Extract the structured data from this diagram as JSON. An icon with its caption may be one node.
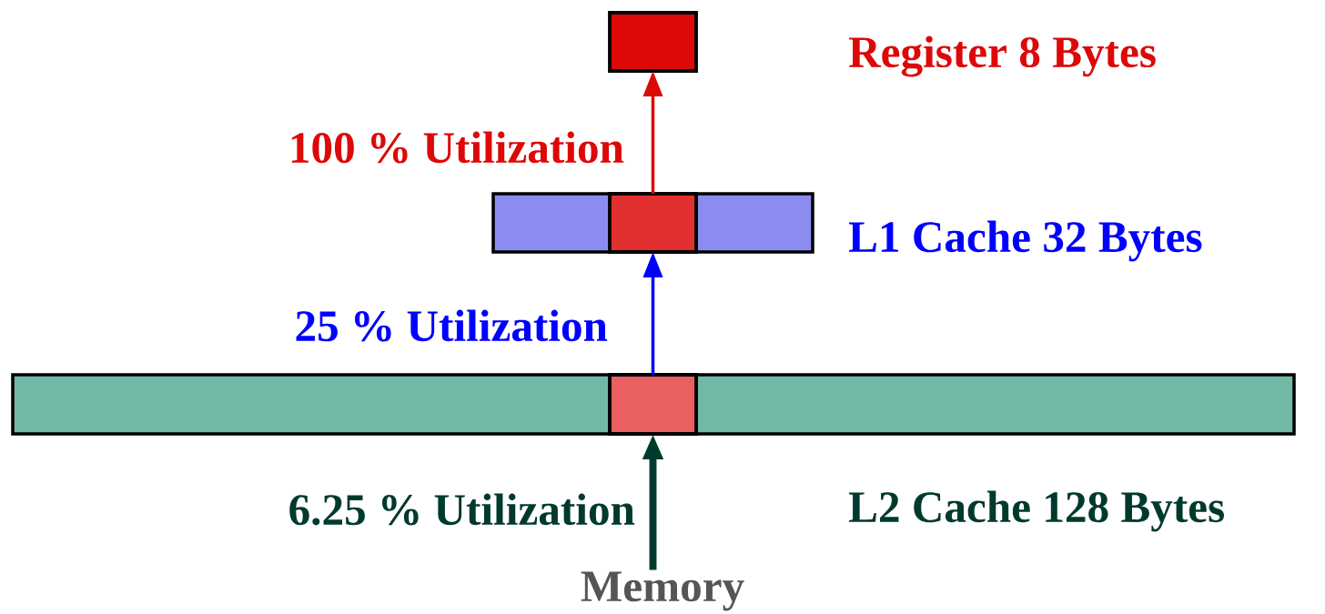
{
  "diagram": {
    "nodes": [
      {
        "text": [],
        "shape": "box",
        "beside": [
          "Register 8 Bytes"
        ]
      },
      {
        "text": [],
        "shape": "bar",
        "beside": [
          "L1 Cache 32 Bytes"
        ]
      },
      {
        "text": [],
        "shape": "box",
        "in": 1
      },
      {
        "text": [],
        "shape": "bar",
        "beside": [
          "L2 Cache 128 Bytes"
        ]
      },
      {
        "text": [],
        "shape": "box",
        "in": 3
      },
      {
        "text": [
          "Memory"
        ]
      }
    ],
    "edges": [
      {
        "from": 5,
        "to": 4,
        "arrow": "to",
        "label": "6.25 % Utilization",
        "style": "thick",
        "color": "#003a2e"
      },
      {
        "from": 4,
        "to": 2,
        "arrow": "to",
        "label": "25 % Utilization",
        "color": "#0000ff"
      },
      {
        "from": 2,
        "to": 0,
        "arrow": "to",
        "label": "100 % Utilization",
        "color": "#dd0808"
      }
    ]
  }
}
